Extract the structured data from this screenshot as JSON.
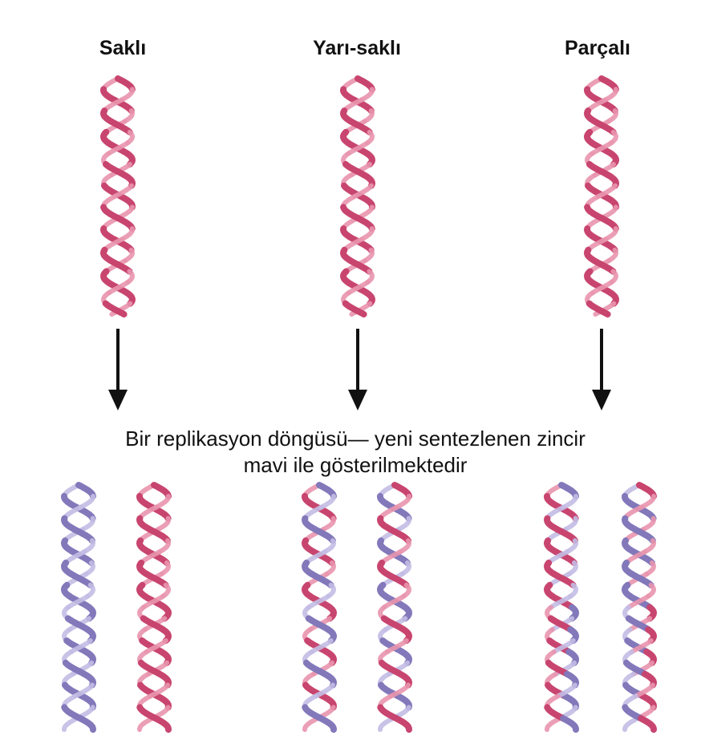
{
  "models": [
    {
      "title": "Saklı",
      "parent": {
        "strand_a": "parental",
        "strand_b": "parental"
      },
      "daughters": [
        {
          "strand_a": "new",
          "strand_b": "new"
        },
        {
          "strand_a": "parental",
          "strand_b": "parental"
        }
      ]
    },
    {
      "title": "Yarı-saklı",
      "parent": {
        "strand_a": "parental",
        "strand_b": "parental"
      },
      "daughters": [
        {
          "strand_a": "new",
          "strand_b": "parental"
        },
        {
          "strand_a": "parental",
          "strand_b": "new"
        }
      ]
    },
    {
      "title": "Parçalı",
      "parent": {
        "strand_a": "parental",
        "strand_b": "parental"
      },
      "daughters": [
        {
          "strand_a": "mixed-new-first",
          "strand_b": "mixed-parental-first"
        },
        {
          "strand_a": "mixed-parental-first",
          "strand_b": "mixed-new-first"
        }
      ]
    }
  ],
  "caption": {
    "line1": "Bir replikasyon döngüsü— yeni sentezlenen zincir",
    "line2": "mavi ile gösterilmektedir"
  },
  "colors": {
    "parental": "#c8456f",
    "parental_light": "#e995ae",
    "new": "#8278ba",
    "new_light": "#c3bde4",
    "arrow": "#111111",
    "background": "#ffffff"
  }
}
